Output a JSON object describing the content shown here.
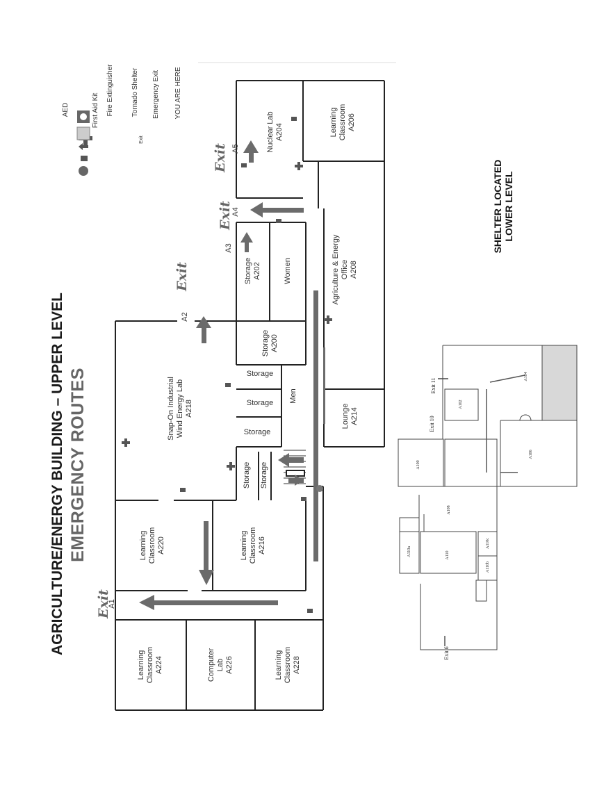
{
  "title": {
    "line1": "AGRICULTURE/ENERGY BUILDING – UPPER LEVEL",
    "line2": "EMERGENCY ROUTES"
  },
  "legend": [
    {
      "icon": "aed-icon",
      "label": "AED"
    },
    {
      "icon": "first-aid-icon",
      "label": "First Aid Kit"
    },
    {
      "icon": "fire-extinguisher-icon",
      "label": "Fire Extinguisher"
    },
    {
      "icon": "tornado-shelter-icon",
      "label": "Tornado Shelter"
    },
    {
      "icon": "emergency-exit-icon",
      "label": "Emergency Exit",
      "icon_text": "Exit"
    },
    {
      "icon": "you-are-here-icon",
      "label": "YOU ARE HERE"
    }
  ],
  "rooms": {
    "a206": [
      "Learning",
      "Classroom",
      "A206"
    ],
    "a204": [
      "Nuclear Lab",
      "A204"
    ],
    "a208": [
      "Agriculture & Energy",
      "Office",
      "A208"
    ],
    "a202": [
      "Storage",
      "A202"
    ],
    "women": [
      "Women"
    ],
    "a200": [
      "Storage",
      "A200"
    ],
    "storage1": [
      "Storage"
    ],
    "storage2": [
      "Storage"
    ],
    "storage3": [
      "Storage"
    ],
    "storage4": [
      "Storage"
    ],
    "storage5": [
      "Storage"
    ],
    "men": [
      "Men"
    ],
    "a214": [
      "Lounge",
      "A214"
    ],
    "a218": [
      "Snap-On Industrial",
      "Wind Energy Lab",
      "A218"
    ],
    "a220": [
      "Learning",
      "Classroom",
      "A220"
    ],
    "a216": [
      "Learning",
      "Classroom",
      "A216"
    ],
    "a224": [
      "Learning",
      "Classroom",
      "A224"
    ],
    "a226": [
      "Computer",
      "Lab",
      "A226"
    ],
    "a228": [
      "Learning",
      "Classroom",
      "A228"
    ]
  },
  "exits": {
    "word": "Exit",
    "a1": "A1",
    "a2": "A2",
    "a3": "A3",
    "a4": "A4",
    "a5": "A5"
  },
  "shelter_note": [
    "SHELTER LOCATED",
    "LOWER LEVEL"
  ],
  "lower_map": {
    "exit6": "Exit 6",
    "exit10": "Exit 10",
    "exit11": "Exit 11",
    "a104": "A104",
    "a106": "A106",
    "a108": "A108",
    "a100": "A100",
    "a110": "A110",
    "a110a": "A110a",
    "a110b": "A110b",
    "a110c": "A110c",
    "a102": "A102"
  },
  "colors": {
    "arrow": "#6b6b6b",
    "wall": "#222222",
    "shelter_fill": "#d8d8d8"
  }
}
